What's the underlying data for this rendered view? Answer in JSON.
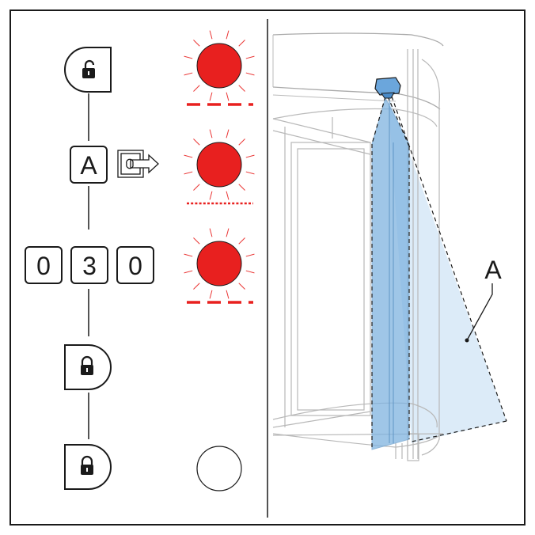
{
  "steps": [
    {
      "type": "unlock-button",
      "icon": "unlocked-padlock-icon"
    },
    {
      "type": "key",
      "label": "A",
      "extra_icon": "activate-service-icon"
    },
    {
      "type": "code",
      "digits": [
        "0",
        "3",
        "0"
      ]
    },
    {
      "type": "lock-button",
      "icon": "locked-padlock-icon"
    },
    {
      "type": "lock-button",
      "icon": "locked-padlock-icon"
    }
  ],
  "indicators": [
    {
      "state": "blinking",
      "color": "#e8201f",
      "pattern": "long-dash"
    },
    {
      "state": "blinking",
      "color": "#e8201f",
      "pattern": "short-dot"
    },
    {
      "state": "blinking",
      "color": "#e8201f",
      "pattern": "long-dash"
    },
    {
      "state": "off",
      "color": "#ffffff",
      "pattern": "none"
    }
  ],
  "door": {
    "sensor_field_label": "A",
    "sensor_color": "#7fb3e0",
    "field_color": "#d6e8f7"
  }
}
